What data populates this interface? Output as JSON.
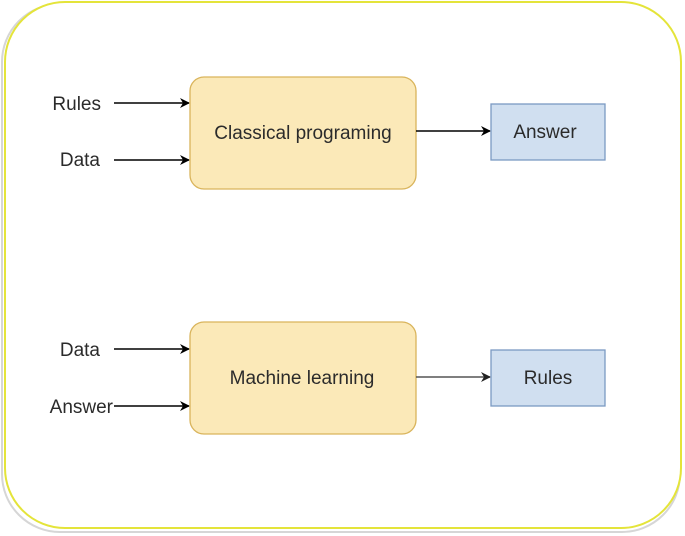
{
  "top_section": {
    "inputs": [
      "Rules",
      "Data"
    ],
    "process": "Classical programing",
    "output": "Answer"
  },
  "bottom_section": {
    "inputs": [
      "Data",
      "Answer"
    ],
    "process": "Machine learning",
    "output": "Rules"
  },
  "colors": {
    "frame_border": "#e4e43a",
    "process_fill": "#fbe9b8",
    "process_border": "#d9b45b",
    "output_fill": "#d0dff0",
    "output_border": "#7b9ac2"
  }
}
